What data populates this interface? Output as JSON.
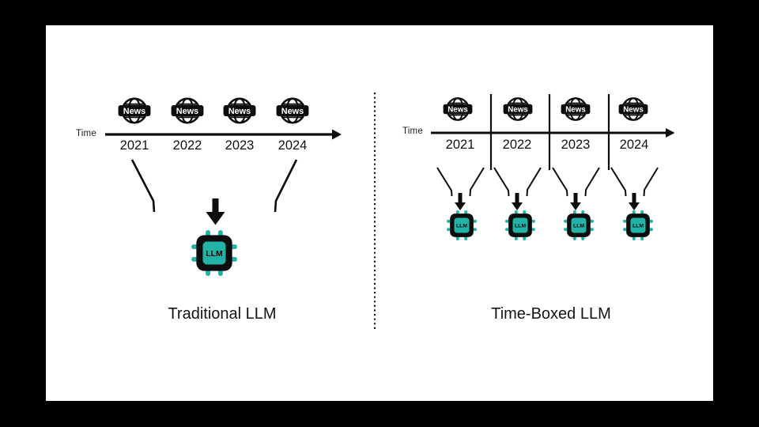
{
  "slide": {
    "background_color": "#000000",
    "canvas_color": "#ffffff",
    "ink_color": "#0d0d0d",
    "accent_teal": "#22b3a6"
  },
  "left_panel": {
    "time_label": "Time",
    "years": [
      "2021",
      "2022",
      "2023",
      "2024"
    ],
    "news_icon_label": "News",
    "chip_label": "LLM",
    "caption": "Traditional LLM"
  },
  "right_panel": {
    "time_label": "Time",
    "years": [
      "2021",
      "2022",
      "2023",
      "2024"
    ],
    "news_icon_label": "News",
    "chip_label": "LLM",
    "caption": "Time-Boxed LLM"
  }
}
